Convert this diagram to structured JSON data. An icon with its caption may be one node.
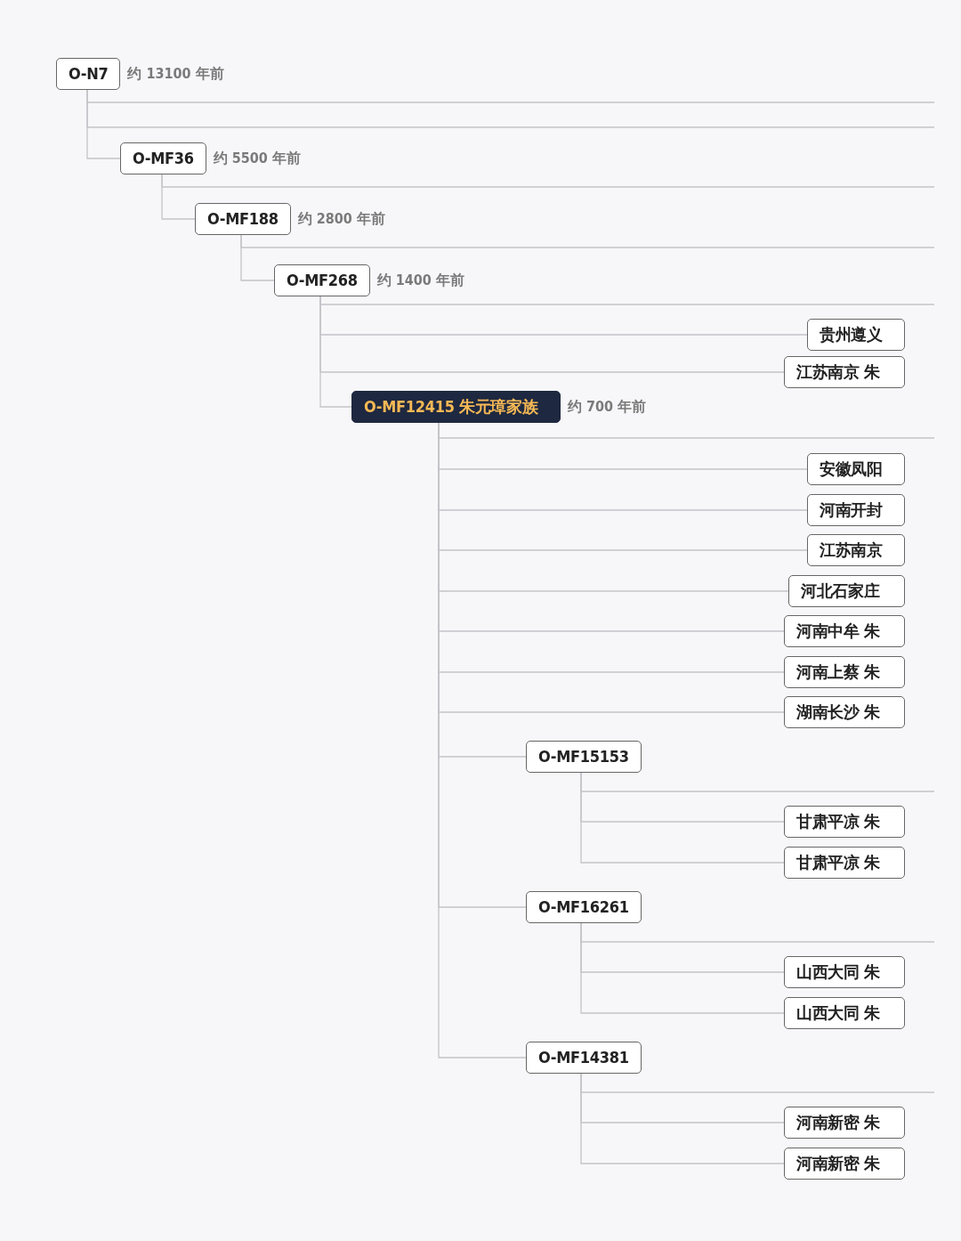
{
  "diagram": {
    "nodes": [
      {
        "text": [
          "O-N7"
        ],
        "beside": [
          "约 13100 年前"
        ]
      },
      {
        "text": [
          "O-MF36"
        ],
        "beside": [
          "约 5500 年前"
        ]
      },
      {
        "text": [
          "O-MF188"
        ],
        "beside": [
          "约 2800 年前"
        ]
      },
      {
        "text": [
          "O-MF268"
        ],
        "beside": [
          "约 1400 年前"
        ]
      },
      {
        "text": [
          "贵州遵义"
        ]
      },
      {
        "text": [
          "江苏南京 朱"
        ]
      },
      {
        "text": [
          "O-MF12415 朱元璋家族"
        ],
        "beside": [
          "约 700 年前"
        ]
      },
      {
        "text": [
          "安徽凤阳"
        ]
      },
      {
        "text": [
          "河南开封"
        ]
      },
      {
        "text": [
          "江苏南京"
        ]
      },
      {
        "text": [
          "河北石家庄"
        ]
      },
      {
        "text": [
          "河南中牟 朱"
        ]
      },
      {
        "text": [
          "河南上蔡 朱"
        ]
      },
      {
        "text": [
          "湖南长沙 朱"
        ]
      },
      {
        "text": [
          "O-MF15153"
        ]
      },
      {
        "text": [
          "甘肃平凉 朱"
        ]
      },
      {
        "text": [
          "甘肃平凉 朱"
        ]
      },
      {
        "text": [
          "O-MF16261"
        ]
      },
      {
        "text": [
          "山西大同 朱"
        ]
      },
      {
        "text": [
          "山西大同 朱"
        ]
      },
      {
        "text": [
          "O-MF14381"
        ]
      },
      {
        "text": [
          "河南新密 朱"
        ]
      },
      {
        "text": [
          "河南新密 朱"
        ]
      }
    ],
    "edges": [
      {
        "from": 0,
        "to": null,
        "arrow": "none"
      },
      {
        "from": 0,
        "to": null,
        "arrow": "none"
      },
      {
        "from": 0,
        "to": 1,
        "arrow": "none"
      },
      {
        "from": 1,
        "to": null,
        "arrow": "none"
      },
      {
        "from": 1,
        "to": 2,
        "arrow": "none"
      },
      {
        "from": 2,
        "to": null,
        "arrow": "none"
      },
      {
        "from": 2,
        "to": 3,
        "arrow": "none"
      },
      {
        "from": 3,
        "to": null,
        "arrow": "none"
      },
      {
        "from": 3,
        "to": 4,
        "arrow": "none"
      },
      {
        "from": 3,
        "to": 5,
        "arrow": "none"
      },
      {
        "from": 3,
        "to": 6,
        "arrow": "none"
      },
      {
        "from": 6,
        "to": null,
        "arrow": "none"
      },
      {
        "from": 6,
        "to": 7,
        "arrow": "none"
      },
      {
        "from": 6,
        "to": 8,
        "arrow": "none"
      },
      {
        "from": 6,
        "to": 9,
        "arrow": "none"
      },
      {
        "from": 6,
        "to": 10,
        "arrow": "none"
      },
      {
        "from": 6,
        "to": 11,
        "arrow": "none"
      },
      {
        "from": 6,
        "to": 12,
        "arrow": "none"
      },
      {
        "from": 6,
        "to": 13,
        "arrow": "none"
      },
      {
        "from": 6,
        "to": 14,
        "arrow": "none"
      },
      {
        "from": 14,
        "to": null,
        "arrow": "none"
      },
      {
        "from": 14,
        "to": 15,
        "arrow": "none"
      },
      {
        "from": 14,
        "to": 16,
        "arrow": "none"
      },
      {
        "from": 6,
        "to": 17,
        "arrow": "none"
      },
      {
        "from": 17,
        "to": null,
        "arrow": "none"
      },
      {
        "from": 17,
        "to": 18,
        "arrow": "none"
      },
      {
        "from": 17,
        "to": 19,
        "arrow": "none"
      },
      {
        "from": 6,
        "to": 20,
        "arrow": "none"
      },
      {
        "from": 20,
        "to": null,
        "arrow": "none"
      },
      {
        "from": 20,
        "to": 21,
        "arrow": "none"
      },
      {
        "from": 20,
        "to": 22,
        "arrow": "none"
      }
    ]
  }
}
